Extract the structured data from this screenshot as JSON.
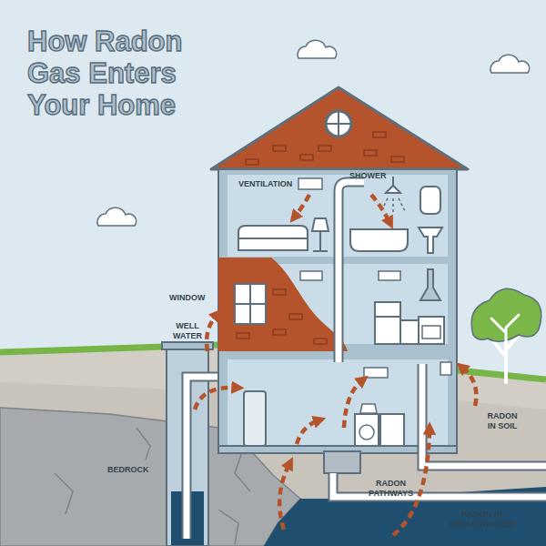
{
  "diagram": {
    "title": "How Radon Gas Enters Your Home",
    "labels": [
      "VENTILATION",
      "SHOWER",
      "WINDOW",
      "WELL WATER",
      "BEDROCK",
      "RADON PATHWAYS",
      "RADON IN SOIL",
      "RADON IN GROUNDWATER"
    ]
  }
}
